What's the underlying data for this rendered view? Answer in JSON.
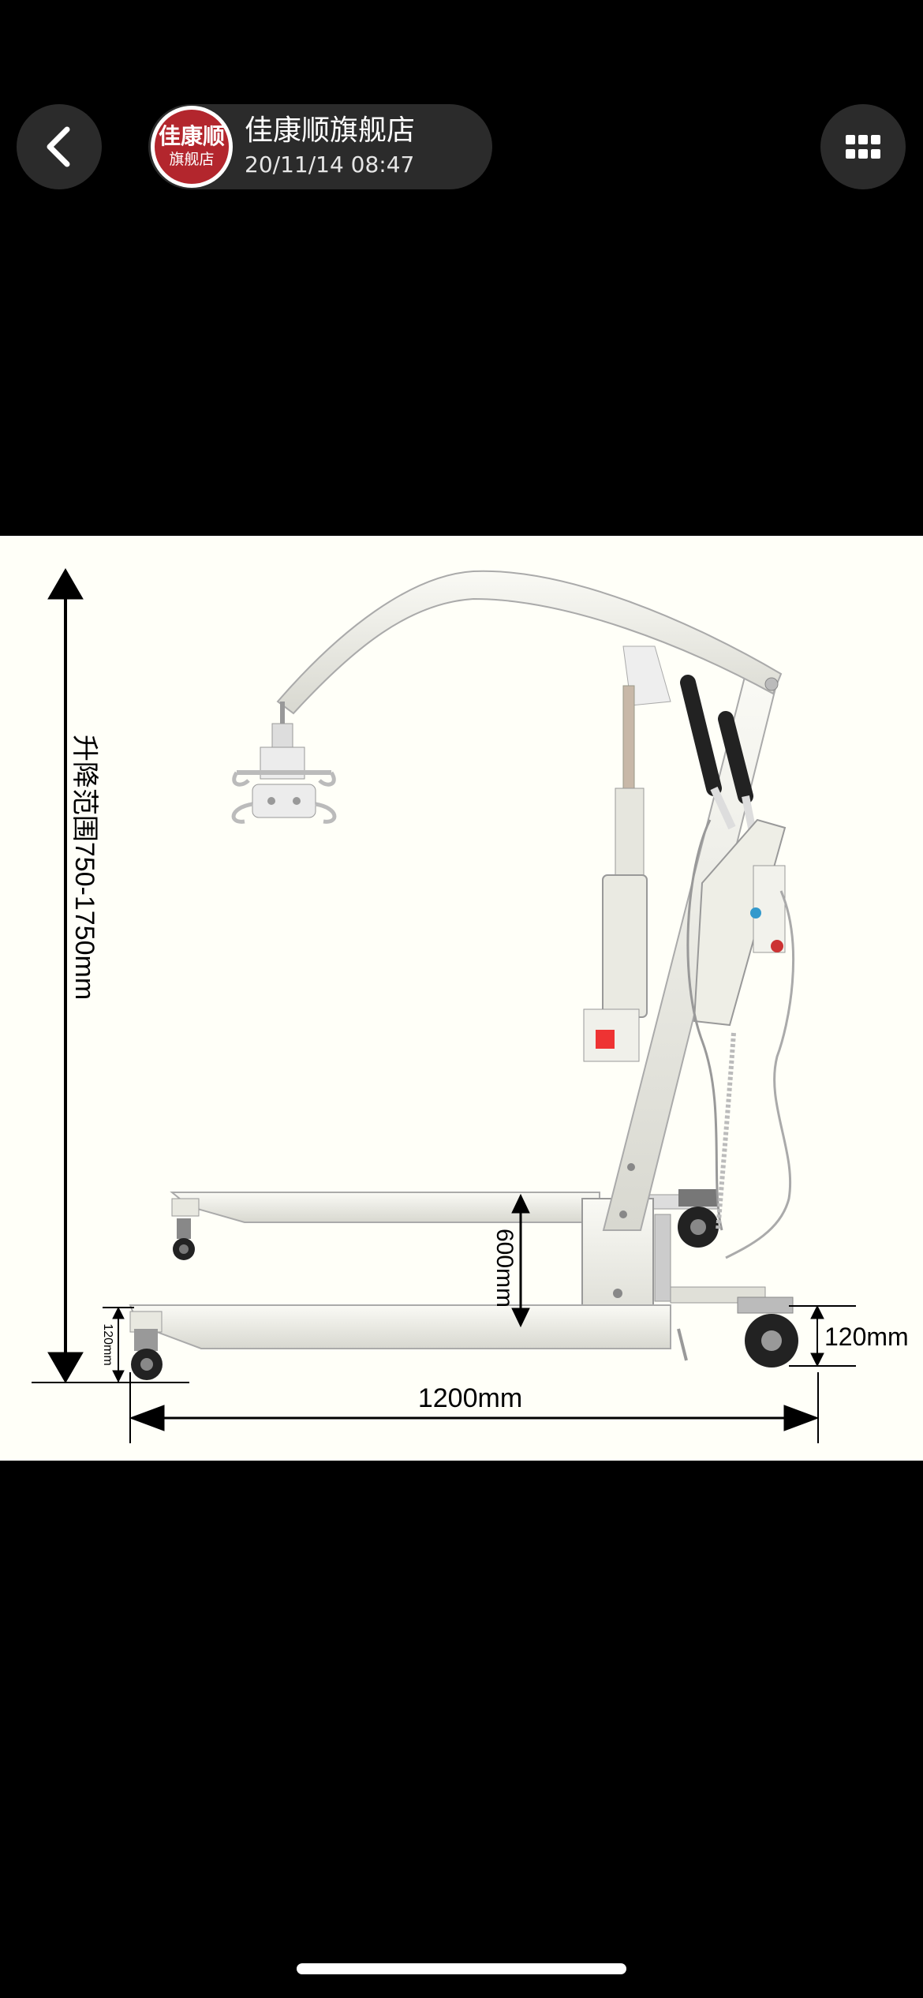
{
  "header": {
    "store_avatar_line1": "佳康顺",
    "store_avatar_line2": "旗舰店",
    "store_name": "佳康顺旗舰店",
    "timestamp": "20/11/14 08:47",
    "back_icon": "chevron-left-icon",
    "more_icon": "grid-menu-icon"
  },
  "image": {
    "range_label": "升降范围750-1750mm",
    "label_600": "600mm",
    "label_120_left": "120mm",
    "label_120_right": "120mm",
    "label_1200": "1200mm"
  }
}
